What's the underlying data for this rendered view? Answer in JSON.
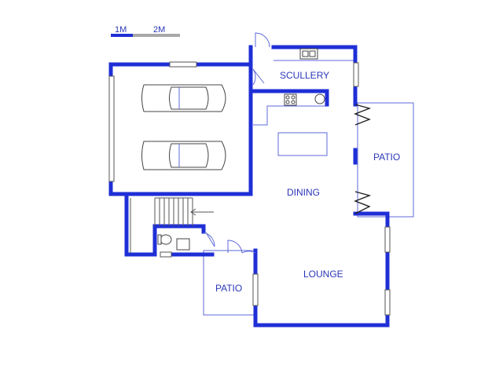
{
  "scale_bar": {
    "label_1": "1M",
    "label_2": "2M"
  },
  "rooms": {
    "scullery": "SCULLERY",
    "dining": "DINING",
    "patio_right": "PATIO",
    "patio_left": "PATIO",
    "lounge": "LOUNGE"
  },
  "colors": {
    "wall": "#1f2fd6",
    "label": "#2a36b8",
    "outline": "#5f6ad8"
  }
}
